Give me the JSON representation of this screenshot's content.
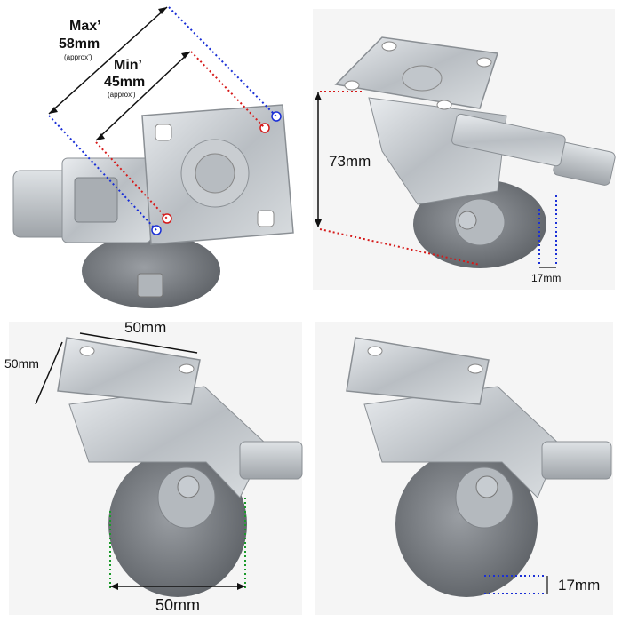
{
  "dimensions": {
    "max_title": "Max’",
    "max_value": "58mm",
    "max_note": "(approx’)",
    "min_title": "Min’",
    "min_value": "45mm",
    "min_note": "(approx’)",
    "height": "73mm",
    "wheel_width_top": "17mm",
    "plate_width": "50mm",
    "plate_depth": "50mm",
    "wheel_diameter": "50mm",
    "wheel_width_bottom": "17mm"
  },
  "colors": {
    "blue_guide": "#1a2fd6",
    "red_guide": "#d61a1a",
    "green_guide": "#1a9a2a",
    "metal": "#c4c8cc",
    "metal_dark": "#8d9297",
    "wheel": "#7f8388",
    "wheel_dark": "#5f6368"
  }
}
